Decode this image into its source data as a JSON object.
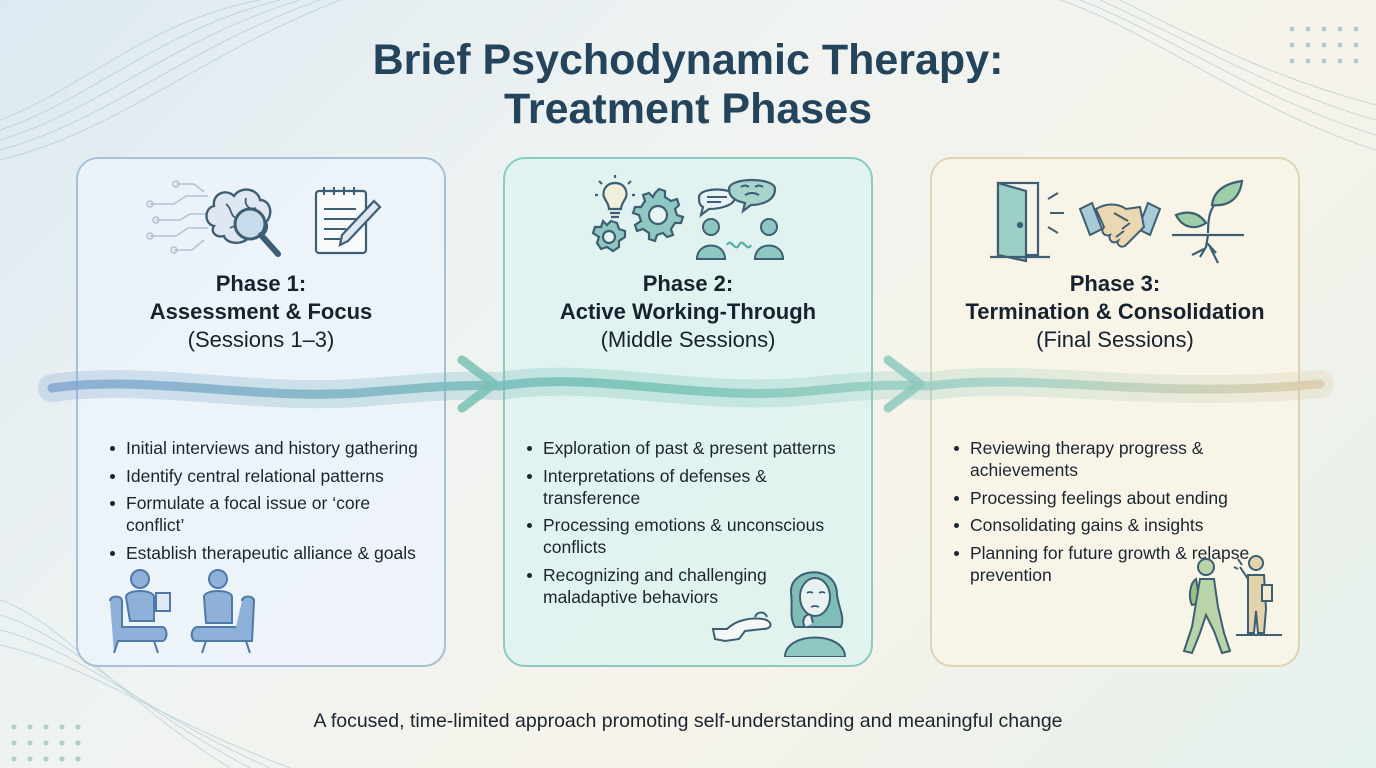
{
  "title": {
    "line1": "Brief Psychodynamic Therapy:",
    "line2": "Treatment Phases"
  },
  "phases": [
    {
      "title": "Phase 1:",
      "subtitle": "Assessment & Focus",
      "sessions": "(Sessions 1–3)",
      "bullets": [
        "Initial interviews and history gathering",
        "Identify central relational patterns",
        "Formulate a focal issue or ‘core conflict’",
        "Establish therapeutic alliance & goals"
      ],
      "icons": [
        "brain-magnifier-icon",
        "notepad-pencil-icon",
        "therapist-client-chairs-icon"
      ]
    },
    {
      "title": "Phase 2:",
      "subtitle": "Active Working-Through",
      "sessions": "(Middle Sessions)",
      "bullets": [
        "Exploration of past & present patterns",
        "Interpretations of defenses & transference",
        "Processing emotions & unconscious conflicts",
        "Recognizing and challenging maladaptive behaviors"
      ],
      "icons": [
        "lightbulb-gears-icon",
        "conversation-bubbles-icon",
        "pensive-woman-icon"
      ]
    },
    {
      "title": "Phase 3:",
      "subtitle": "Termination & Consolidation",
      "sessions": "(Final Sessions)",
      "bullets": [
        "Reviewing therapy progress & achievements",
        "Processing feelings about ending",
        "Consolidating gains & insights",
        "Planning for future growth & relapse prevention"
      ],
      "icons": [
        "open-door-icon",
        "handshake-icon",
        "sprouting-plant-icon",
        "walking-away-icon"
      ]
    }
  ],
  "footer": "A focused, time-limited approach promoting self-understanding and meaningful change",
  "colors": {
    "title": "#24445c",
    "phase1": "#7fa3cf",
    "phase2": "#6fbfb2",
    "phase3": "#d9c6a0",
    "icon_stroke": "#3e5f73"
  }
}
